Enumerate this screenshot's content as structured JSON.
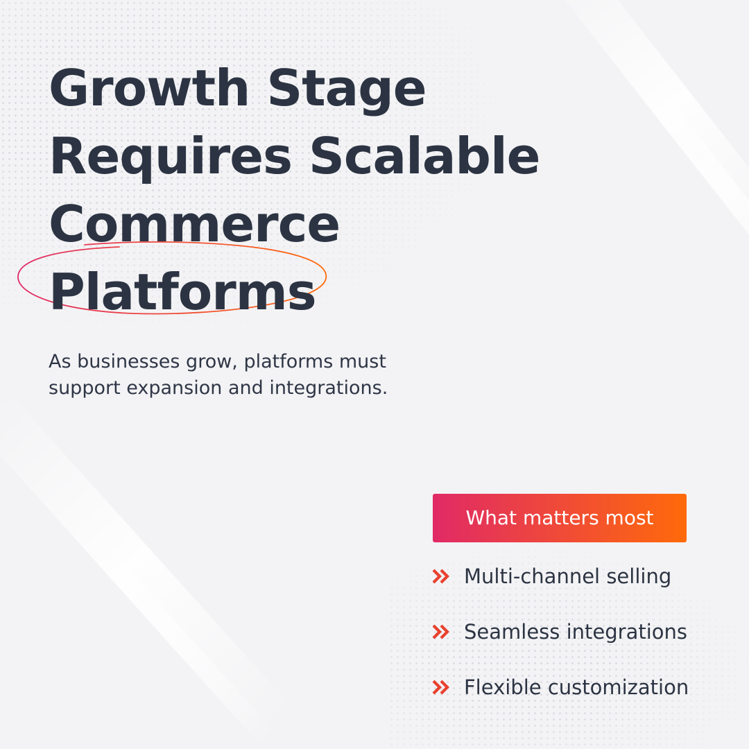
{
  "headline": {
    "line1": "Growth Stage",
    "line2": "Requires Scalable",
    "line3": "Commerce",
    "highlighted": "Platforms"
  },
  "subtitle": {
    "line1": "As businesses grow, platforms must",
    "line2": "support expansion and integrations."
  },
  "badge": {
    "label": "What matters most"
  },
  "features": [
    {
      "icon": "double-chevron-right-icon",
      "label": "Multi-channel selling"
    },
    {
      "icon": "double-chevron-right-icon",
      "label": "Seamless integrations"
    },
    {
      "icon": "double-chevron-right-icon",
      "label": "Flexible customization"
    }
  ],
  "colors": {
    "background": "#f3f3f5",
    "text": "#2c3443",
    "gradient_start": "#e02a66",
    "gradient_end": "#ff6a0a",
    "bullet": "#e8412e"
  }
}
